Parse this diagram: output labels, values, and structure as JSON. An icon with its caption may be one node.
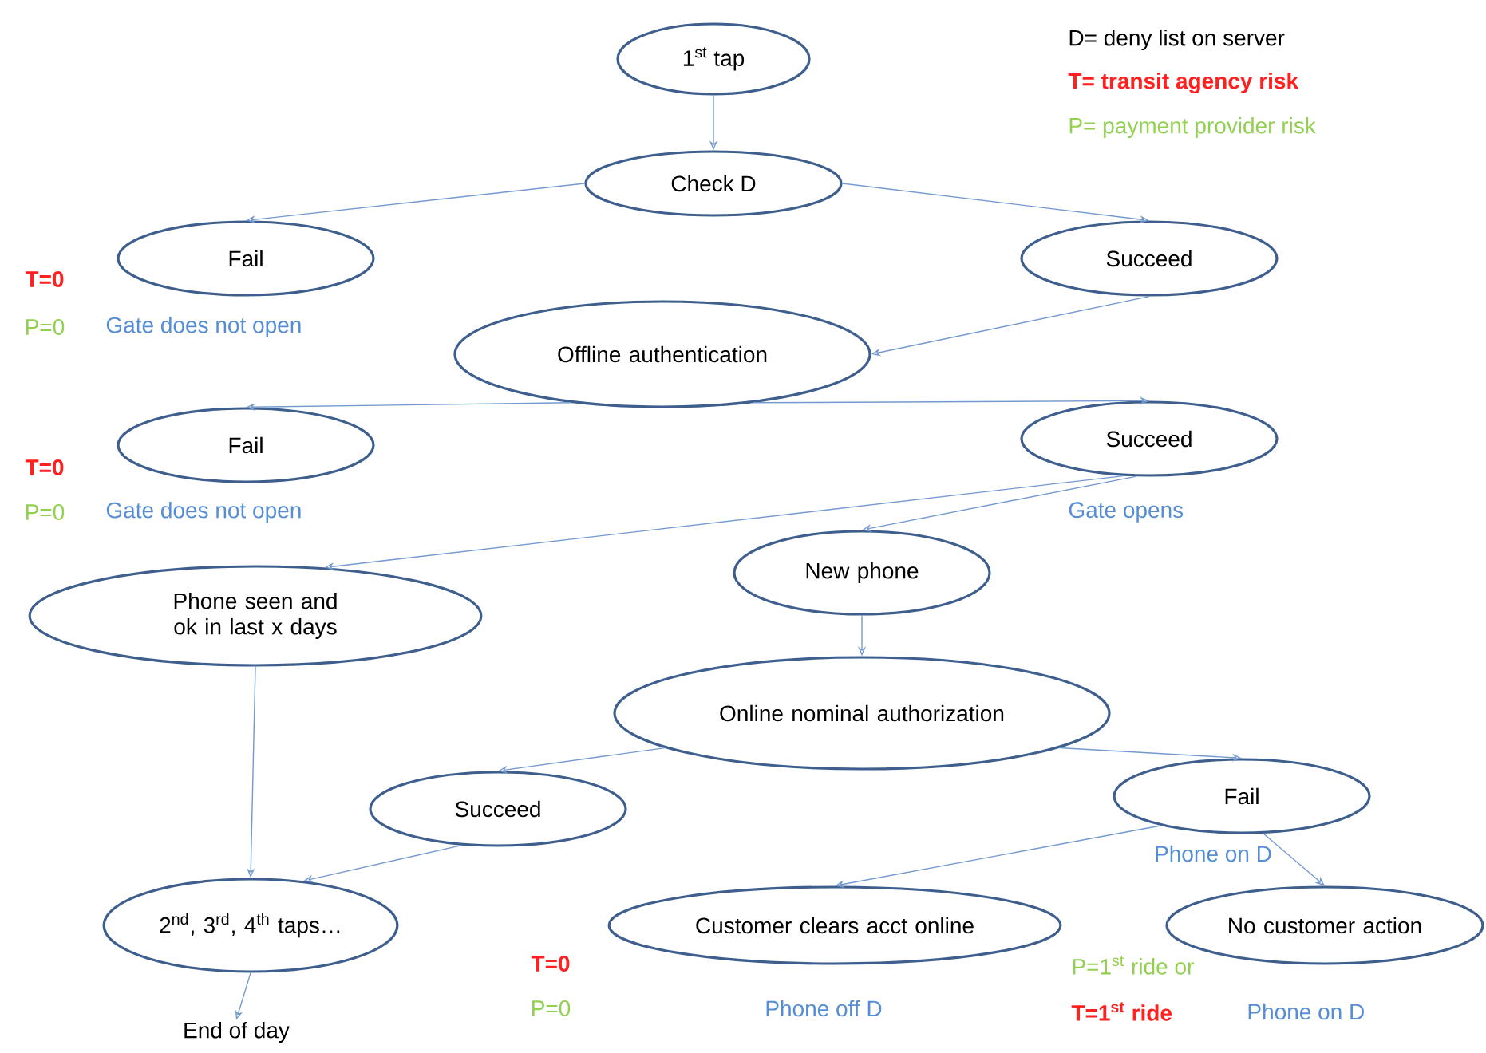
{
  "diagram": {
    "nodes": [
      {
        "text": [
          "1$^{st}$ tap"
        ]
      },
      {
        "text": [
          "Check D"
        ]
      },
      {
        "text": [
          "Fail"
        ]
      },
      {
        "text": [
          "Succeed"
        ]
      },
      {
        "text": [
          "Offline authentication"
        ]
      },
      {
        "text": [
          "Fail"
        ]
      },
      {
        "text": [
          "Succeed"
        ],
        "beside": [
          "Gate opens"
        ]
      },
      {
        "text": [
          "Phone seen and ok in last x days"
        ]
      },
      {
        "text": [
          "New phone"
        ]
      },
      {
        "text": [
          "Online nominal authorization"
        ]
      },
      {
        "text": [
          "Succeed"
        ]
      },
      {
        "text": [
          "Fail"
        ],
        "beside": [
          "Phone on D"
        ]
      },
      {
        "text": [
          "2$^{nd}$, 3$^{rd}$, 4$^{th}$ taps…"
        ]
      },
      {
        "text": [
          "Customer clears acct online"
        ]
      },
      {
        "text": [
          "No customer action"
        ]
      },
      {
        "text": [
          "End of day"
        ]
      }
    ],
    "edges": [
      {
        "from": 0,
        "to": 1,
        "arrow": "to"
      },
      {
        "from": 1,
        "to": 2,
        "arrow": "to"
      },
      {
        "from": 1,
        "to": 3,
        "arrow": "to"
      },
      {
        "from": 3,
        "to": 4,
        "arrow": "to"
      },
      {
        "from": 4,
        "to": 5,
        "arrow": "to"
      },
      {
        "from": 4,
        "to": 6,
        "arrow": "to"
      },
      {
        "from": 6,
        "to": 7,
        "arrow": "to"
      },
      {
        "from": 6,
        "to": 8,
        "arrow": "to"
      },
      {
        "from": 8,
        "to": 9,
        "arrow": "to"
      },
      {
        "from": 9,
        "to": 10,
        "arrow": "to"
      },
      {
        "from": 9,
        "to": 11,
        "arrow": "to"
      },
      {
        "from": 10,
        "to": 12,
        "arrow": "to"
      },
      {
        "from": 7,
        "to": 12,
        "arrow": "to"
      },
      {
        "from": 11,
        "to": 13,
        "arrow": "to"
      },
      {
        "from": 11,
        "to": 14,
        "arrow": "to"
      },
      {
        "from": 12,
        "to": 15,
        "arrow": "to"
      }
    ],
    "labels": [
      "D= deny list on server",
      "T= transit agency risk",
      "P= payment provider risk",
      "T=0",
      "P=0",
      "Gate does not open",
      "T=0",
      "P=0",
      "Gate does not open",
      "T=0",
      "P=0",
      "Phone off D",
      "P=1$^{st}$ ride or",
      "T=1$^{st}$ ride",
      "Phone on D"
    ]
  }
}
